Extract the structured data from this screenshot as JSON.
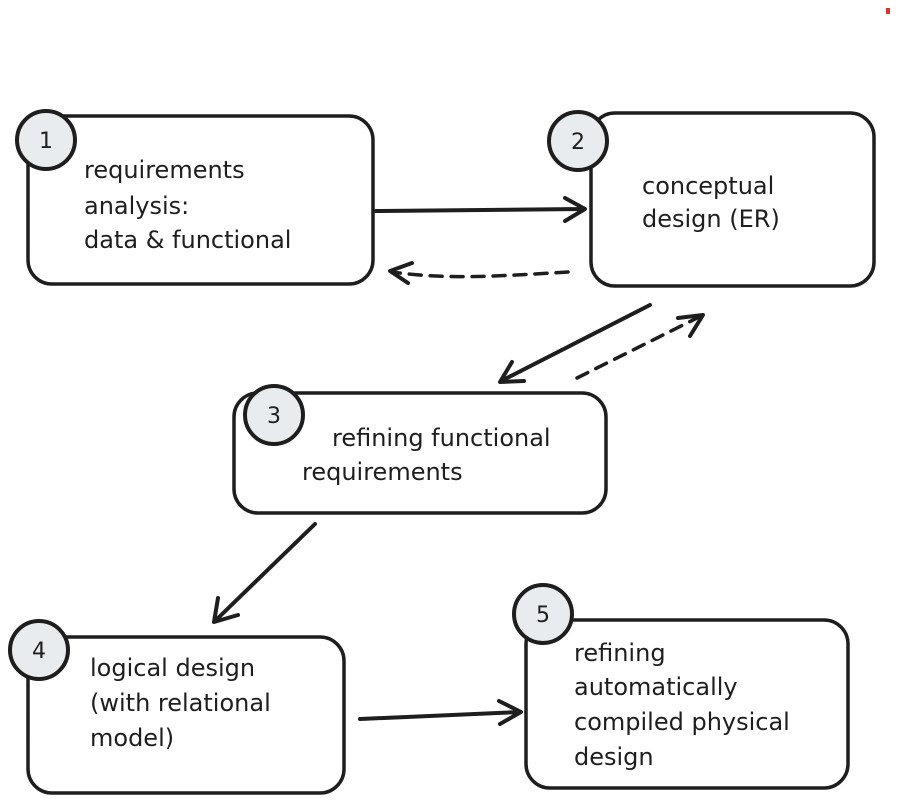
{
  "steps": [
    {
      "number": "1",
      "lines": [
        "requirements",
        "analysis:",
        "data & functional"
      ]
    },
    {
      "number": "2",
      "lines": [
        "conceptual",
        "design (ER)"
      ]
    },
    {
      "number": "3",
      "lines": [
        "refining functional",
        "requirements"
      ]
    },
    {
      "number": "4",
      "lines": [
        "logical design",
        "(with relational",
        "model)"
      ]
    },
    {
      "number": "5",
      "lines": [
        "refining",
        "automatically",
        "compiled physical",
        "design"
      ]
    }
  ],
  "arrows": [
    {
      "from": "1",
      "to": "2",
      "style": "solid"
    },
    {
      "from": "2",
      "to": "1",
      "style": "dashed"
    },
    {
      "from": "2",
      "to": "3",
      "style": "solid"
    },
    {
      "from": "3",
      "to": "2",
      "style": "dashed"
    },
    {
      "from": "3",
      "to": "4",
      "style": "solid"
    },
    {
      "from": "4",
      "to": "5",
      "style": "solid"
    }
  ],
  "colors": {
    "stroke": "#1e1e1e",
    "badge_fill": "#e9ecef",
    "background": "#ffffff",
    "corner_mark": "#e03131"
  }
}
